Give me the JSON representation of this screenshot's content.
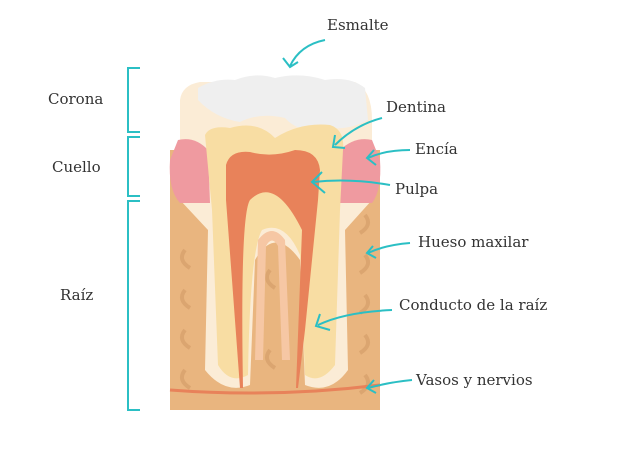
{
  "sections": {
    "corona": "Corona",
    "cuello": "Cuello",
    "raiz": "Raíz"
  },
  "labels": {
    "esmalte": "Esmalte",
    "dentina": "Dentina",
    "encia": "Encía",
    "pulpa": "Pulpa",
    "hueso": "Hueso maxilar",
    "conducto": "Conducto de la raíz",
    "vasos": "Vasos y nervios"
  },
  "colors": {
    "accent": "#2bbfc4",
    "bone": "#e9b57f",
    "pulp": "#e8825a",
    "gum": "#ef9aa0",
    "dentin": "#f8dda3",
    "enamel": "#f0f0f0"
  }
}
